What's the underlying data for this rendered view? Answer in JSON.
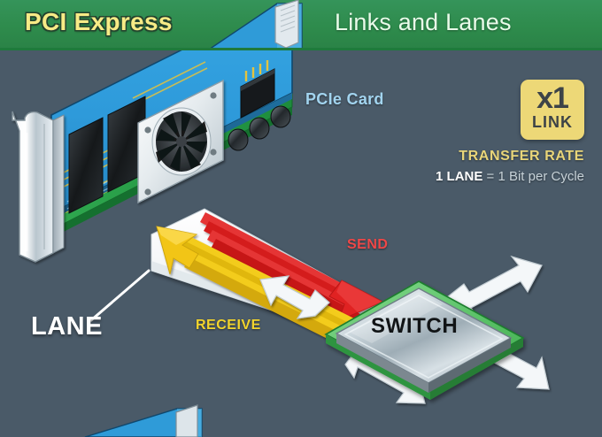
{
  "header": {
    "title_left": "PCI Express",
    "title_right": "Links and Lanes",
    "bg_color": "#2e8b4c",
    "title_left_color": "#f7eb86",
    "title_right_color": "#e9fbe9"
  },
  "background_color": "#4a5a68",
  "labels": {
    "pcie_card": "PCIe Card",
    "send": "SEND",
    "receive": "RECEIVE",
    "lane": "LANE",
    "switch": "SWITCH"
  },
  "badge": {
    "value": "x1",
    "caption": "LINK",
    "bg_color": "#edd877",
    "text_color": "#3d4347"
  },
  "transfer_rate": {
    "title": "TRANSFER RATE",
    "detail_strong": "1 LANE",
    "detail_rest": " = 1 Bit per Cycle",
    "title_color": "#e8d579"
  },
  "colors": {
    "send_arrow": "#e02020",
    "receive_arrow": "#f2c513",
    "lane_ribbon": "#ffffff",
    "card_pcb": "#2f9bd8",
    "card_bracket": "#d9e2e8",
    "switch_substrate": "#5fc36a",
    "switch_die": "#c3ccd2",
    "chip_black": "#1b1f22",
    "trace_gold": "#e3c33f"
  },
  "diagram": {
    "type": "schematic",
    "description": "PCI Express x1 link between a PCIe add-in card and a switch chip",
    "nodes": [
      "PCIe Card",
      "SWITCH"
    ],
    "link_width": "x1",
    "lanes": 1,
    "directions": [
      {
        "name": "SEND",
        "from": "PCIe Card",
        "to": "SWITCH",
        "color": "#e02020"
      },
      {
        "name": "RECEIVE",
        "from": "SWITCH",
        "to": "PCIe Card",
        "color": "#f2c513"
      }
    ],
    "switch_fanout_arrows": 4,
    "switch_fanout_bidirectional": true
  }
}
